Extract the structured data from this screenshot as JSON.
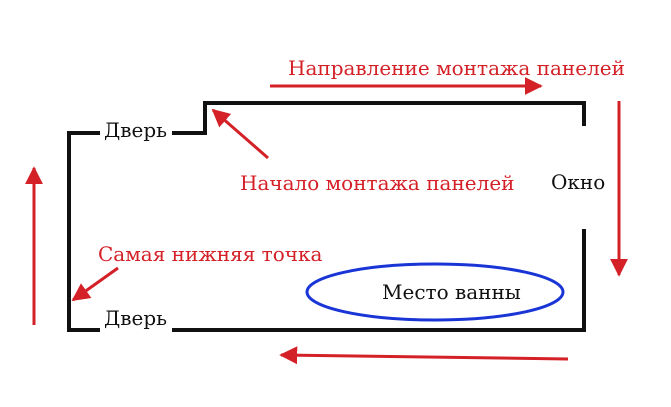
{
  "labels": {
    "direction": "Направление монтажа панелей",
    "start": "Начало монтажа панелей",
    "lowest_point": "Самая нижняя точка",
    "door_top": "Дверь",
    "door_bottom": "Дверь",
    "window": "Окно",
    "bath": "Место ванны"
  },
  "colors": {
    "annotation": "#d42027",
    "wall": "#111111",
    "bath_outline": "#1a35d6",
    "background": "#ffffff"
  }
}
